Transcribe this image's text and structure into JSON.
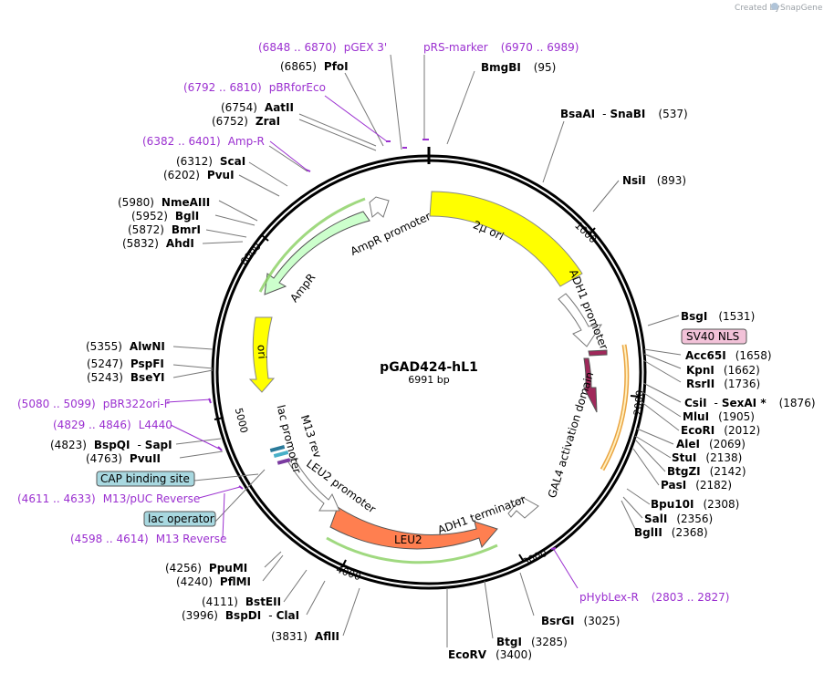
{
  "map": {
    "name": "pGAD424-hL1",
    "size": "6991 bp",
    "credit": "Created by",
    "brand": "SnapGene"
  },
  "scale_ticks": [
    "1000",
    "2000",
    "3000",
    "4000",
    "5000",
    "6000"
  ],
  "features": {
    "two_micron_ori": "2μ ori",
    "adh1_promoter": "ADH1 promoter",
    "sv40_nls": "SV40 NLS",
    "gal4_ad": "GAL4 activation domain",
    "adh1_terminator": "ADH1 terminator",
    "leu2": "LEU2",
    "leu2_promoter": "LEU2 promoter",
    "m13_rev": "M13 rev",
    "lac_promoter": "lac promoter",
    "ori": "ori",
    "ampr": "AmpR",
    "ampr_promoter": "AmpR promoter",
    "cap_site": "CAP binding site",
    "lac_operator": "lac operator"
  },
  "colors": {
    "backbone": "#000000",
    "two_micron": "#ffff00",
    "ori": "#ffff00",
    "ampr": "#ccffcc",
    "leu2": "#ff7f50",
    "gal4": "#a0285a",
    "primer": "#9b30d0",
    "feature_box": "#a8d8e0",
    "nls_box": "#f2c2d8"
  },
  "enzymes": [
    {
      "name": "BmgBI",
      "pos": "(95)"
    },
    {
      "name": "PfoI",
      "pos": "(6865)"
    },
    {
      "name": "BsaAI",
      "name2": "SnaBI",
      "pos": "(537)"
    },
    {
      "name": "NsiI",
      "pos": "(893)"
    },
    {
      "name": "AatII",
      "pos": "(6754)"
    },
    {
      "name": "ZraI",
      "pos": "(6752)"
    },
    {
      "name": "ScaI",
      "pos": "(6312)"
    },
    {
      "name": "PvuI",
      "pos": "(6202)"
    },
    {
      "name": "NmeAIII",
      "pos": "(5980)"
    },
    {
      "name": "BglI",
      "pos": "(5952)"
    },
    {
      "name": "BmrI",
      "pos": "(5872)"
    },
    {
      "name": "AhdI",
      "pos": "(5832)"
    },
    {
      "name": "BsgI",
      "pos": "(1531)"
    },
    {
      "name": "Acc65I",
      "pos": "(1658)"
    },
    {
      "name": "KpnI",
      "pos": "(1662)"
    },
    {
      "name": "RsrII",
      "pos": "(1736)"
    },
    {
      "name": "CsiI",
      "name2": "SexAI *",
      "pos": "(1876)"
    },
    {
      "name": "MluI",
      "pos": "(1905)"
    },
    {
      "name": "EcoRI",
      "pos": "(2012)"
    },
    {
      "name": "AleI",
      "pos": "(2069)"
    },
    {
      "name": "StuI",
      "pos": "(2138)"
    },
    {
      "name": "BtgZI",
      "pos": "(2142)"
    },
    {
      "name": "PasI",
      "pos": "(2182)"
    },
    {
      "name": "Bpu10I",
      "pos": "(2308)"
    },
    {
      "name": "SalI",
      "pos": "(2356)"
    },
    {
      "name": "BglII",
      "pos": "(2368)"
    },
    {
      "name": "AlwNI",
      "pos": "(5355)"
    },
    {
      "name": "PspFI",
      "pos": "(5247)"
    },
    {
      "name": "BseYI",
      "pos": "(5243)"
    },
    {
      "name": "BspQI",
      "name2": "SapI",
      "pos": "(4823)"
    },
    {
      "name": "PvuII",
      "pos": "(4763)"
    },
    {
      "name": "PpuMI",
      "pos": "(4256)"
    },
    {
      "name": "PflMI",
      "pos": "(4240)"
    },
    {
      "name": "BstEII",
      "pos": "(4111)"
    },
    {
      "name": "BspDI",
      "name2": "ClaI",
      "pos": "(3996)"
    },
    {
      "name": "AflII",
      "pos": "(3831)"
    },
    {
      "name": "EcoRV",
      "pos": "(3400)"
    },
    {
      "name": "BtgI",
      "pos": "(3285)"
    },
    {
      "name": "BsrGI",
      "pos": "(3025)"
    }
  ],
  "primers": [
    {
      "name": "pGEX 3'",
      "range": "(6848 .. 6870)"
    },
    {
      "name": "pRS-marker",
      "range": "(6970 .. 6989)"
    },
    {
      "name": "pBRforEco",
      "range": "(6792 .. 6810)"
    },
    {
      "name": "Amp-R",
      "range": "(6382 .. 6401)"
    },
    {
      "name": "pBR322ori-F",
      "range": "(5080 .. 5099)"
    },
    {
      "name": "L4440",
      "range": "(4829 .. 4846)"
    },
    {
      "name": "M13/pUC Reverse",
      "range": "(4611 .. 4633)"
    },
    {
      "name": "M13 Reverse",
      "range": "(4598 .. 4614)"
    },
    {
      "name": "pHybLex-R",
      "range": "(2803 .. 2827)"
    }
  ]
}
